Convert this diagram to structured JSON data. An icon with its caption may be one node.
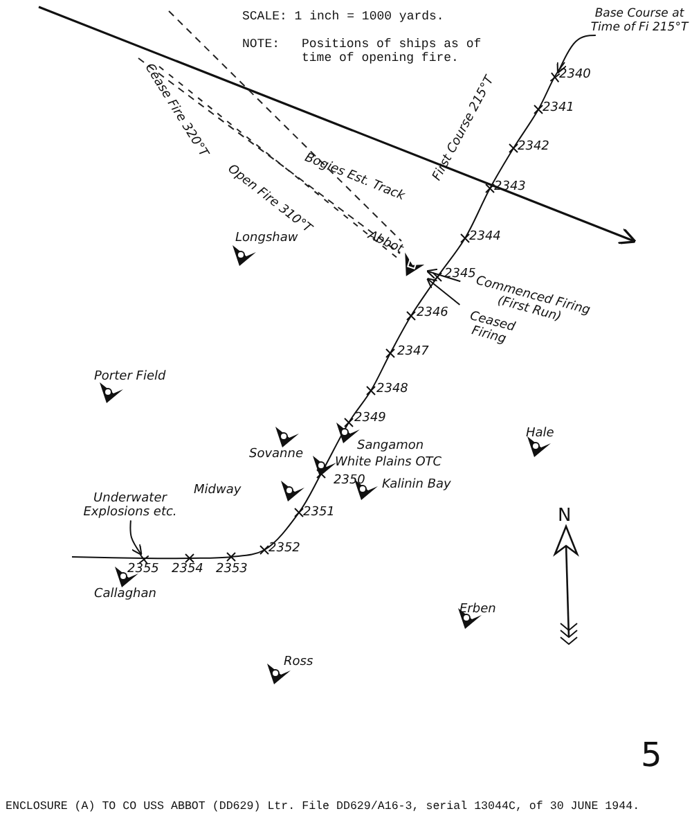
{
  "diagram": {
    "caption": "ENCLOSURE (A) TO CO USS ABBOT (DD629) Ltr. File DD629/A16-3, serial 13044C, of 30 JUNE 1944.",
    "nodes": [
      {
        "text": [
          "Base Course at Time of Fi 215°T"
        ]
      },
      {
        "text": [
          "Commenced Firing (First Run)"
        ]
      },
      {
        "text": [
          "Ceased Firing"
        ]
      },
      {
        "text": [
          "Underwater Explosions etc."
        ]
      },
      {
        "text": [],
        "shape": "ship"
      },
      {
        "text": [],
        "shape": "cross"
      },
      {
        "text": [],
        "shape": "cross"
      }
    ],
    "edges": [
      {
        "from": 0,
        "to": 5,
        "arrow": "to"
      },
      {
        "from": 1,
        "to": 4,
        "arrow": "to"
      },
      {
        "from": 2,
        "to": 4,
        "arrow": "to"
      },
      {
        "from": 3,
        "to": 6,
        "arrow": "to"
      }
    ],
    "labels": [
      "SCALE:  1 inch = 1000 yards.",
      "NOTE:",
      "Positions of ships as of time of opening fire.",
      "Cease Fire 320°T",
      "Open Fire 310°T",
      "Bogies Est. Track",
      "First Course 215°T",
      "2340",
      "2341",
      "2342",
      "2343",
      "2344",
      "2345",
      "2346",
      "2347",
      "2348",
      "2349",
      "2350",
      "2351",
      "2352",
      "2353",
      "2354",
      "2355",
      "Abbot",
      "Longshaw",
      "Porter Field",
      "Sovanne",
      "Sangamon",
      "White Plains OTC",
      "Midway",
      "Kalinin Bay",
      "Hale",
      "Callaghan",
      "Erben",
      "Ross",
      "N",
      "5"
    ]
  }
}
